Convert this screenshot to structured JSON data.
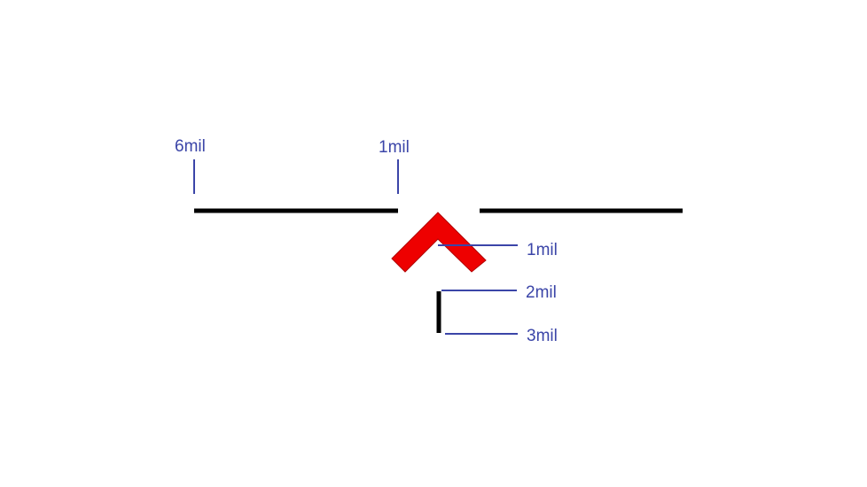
{
  "labels": {
    "left_marker": "6mil",
    "right_marker": "1mil",
    "arrow_callout": "1mil",
    "bar_top_callout": "2mil",
    "bar_bottom_callout": "3mil"
  },
  "colors": {
    "background": "#ffffff",
    "line_black": "#000000",
    "label_blue": "#3b45a8",
    "arrow_red": "#ee0000",
    "arrow_edge": "#b00000"
  }
}
